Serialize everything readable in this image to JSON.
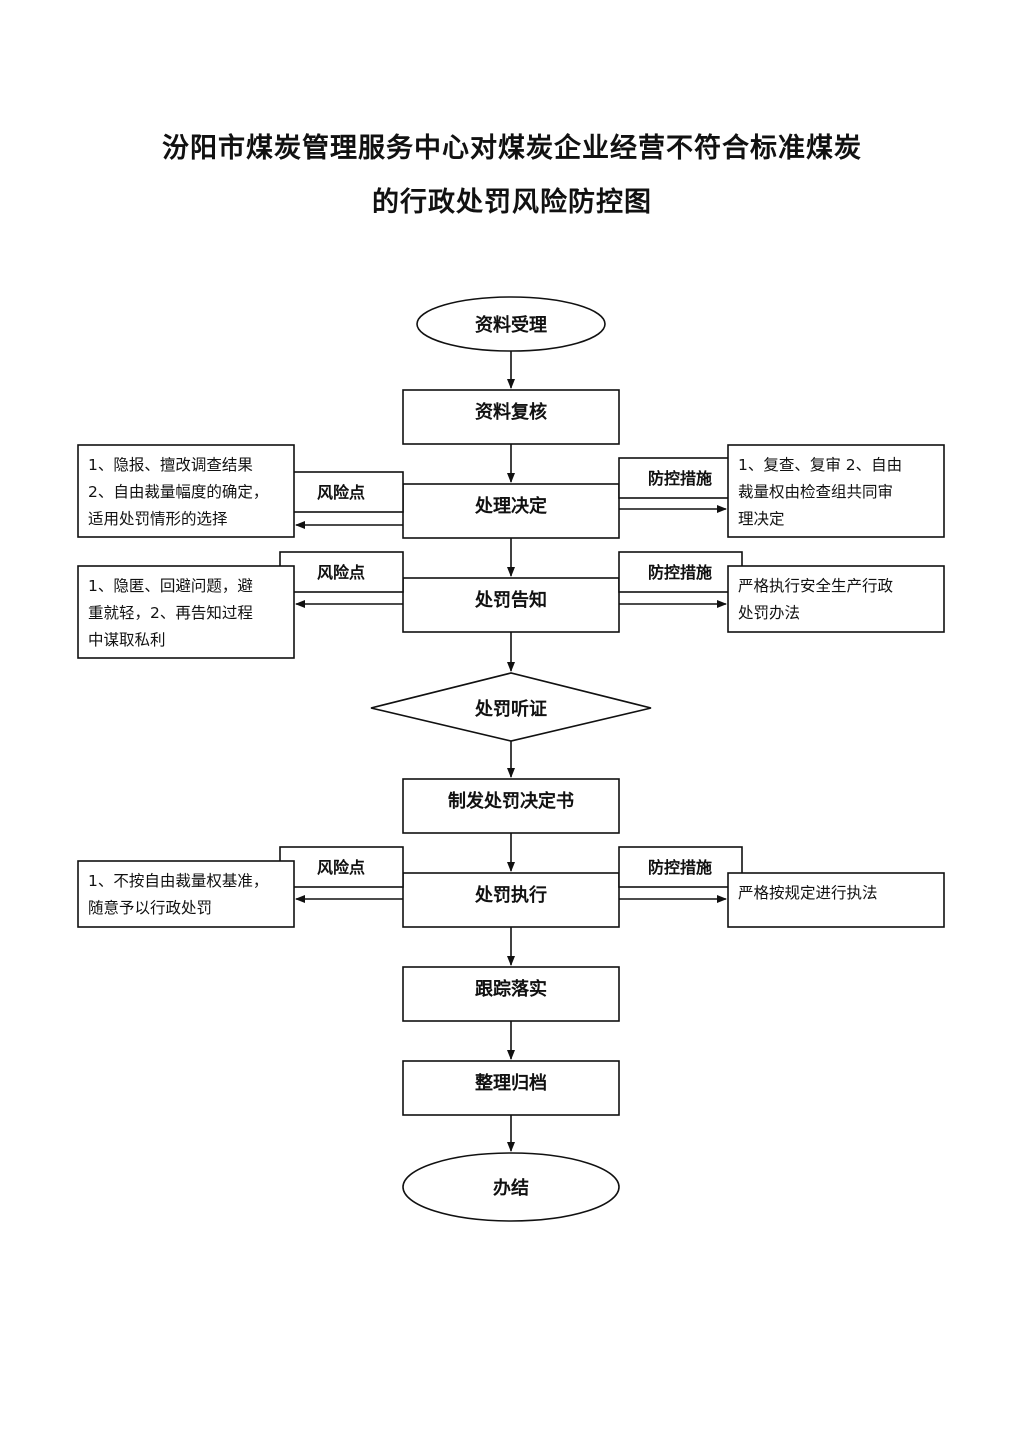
{
  "title": {
    "line1": "汾阳市煤炭管理服务中心对煤炭企业经营不符合标准煤炭",
    "line2": "的行政处罚风险防控图"
  },
  "flow": {
    "start": "资料受理",
    "review": "资料复核",
    "decision": "处理决定",
    "notice": "处罚告知",
    "hearing": "处罚听证",
    "issue": "制发处罚决定书",
    "execute": "处罚执行",
    "track": "跟踪落实",
    "archive": "整理归档",
    "end": "办结"
  },
  "tags": {
    "risk": "风险点",
    "control": "防控措施"
  },
  "risks": {
    "decision": [
      "1、隐报、擅改调查结果",
      "2、自由裁量幅度的确定，",
      "适用处罚情形的选择"
    ],
    "notice": [
      "1、隐匿、回避问题，避",
      "重就轻，2、再告知过程",
      "中谋取私利"
    ],
    "execute": [
      "1、不按自由裁量权基准，",
      "随意予以行政处罚"
    ]
  },
  "controls": {
    "decision": [
      "1、复查、复审 2、自由",
      "裁量权由检查组共同审",
      "理决定"
    ],
    "notice": [
      "严格执行安全生产行政",
      "处罚办法"
    ],
    "execute": [
      "严格按规定进行执法"
    ]
  }
}
